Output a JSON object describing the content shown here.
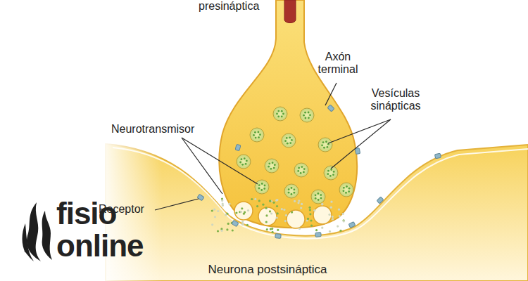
{
  "diagram": {
    "labels": [
      "presináptica",
      "Axón terminal",
      "Vesículas sinápticas",
      "Neurotransmisor",
      "Receptor",
      "Neurona postsináptica",
      "fisio",
      "online"
    ]
  }
}
